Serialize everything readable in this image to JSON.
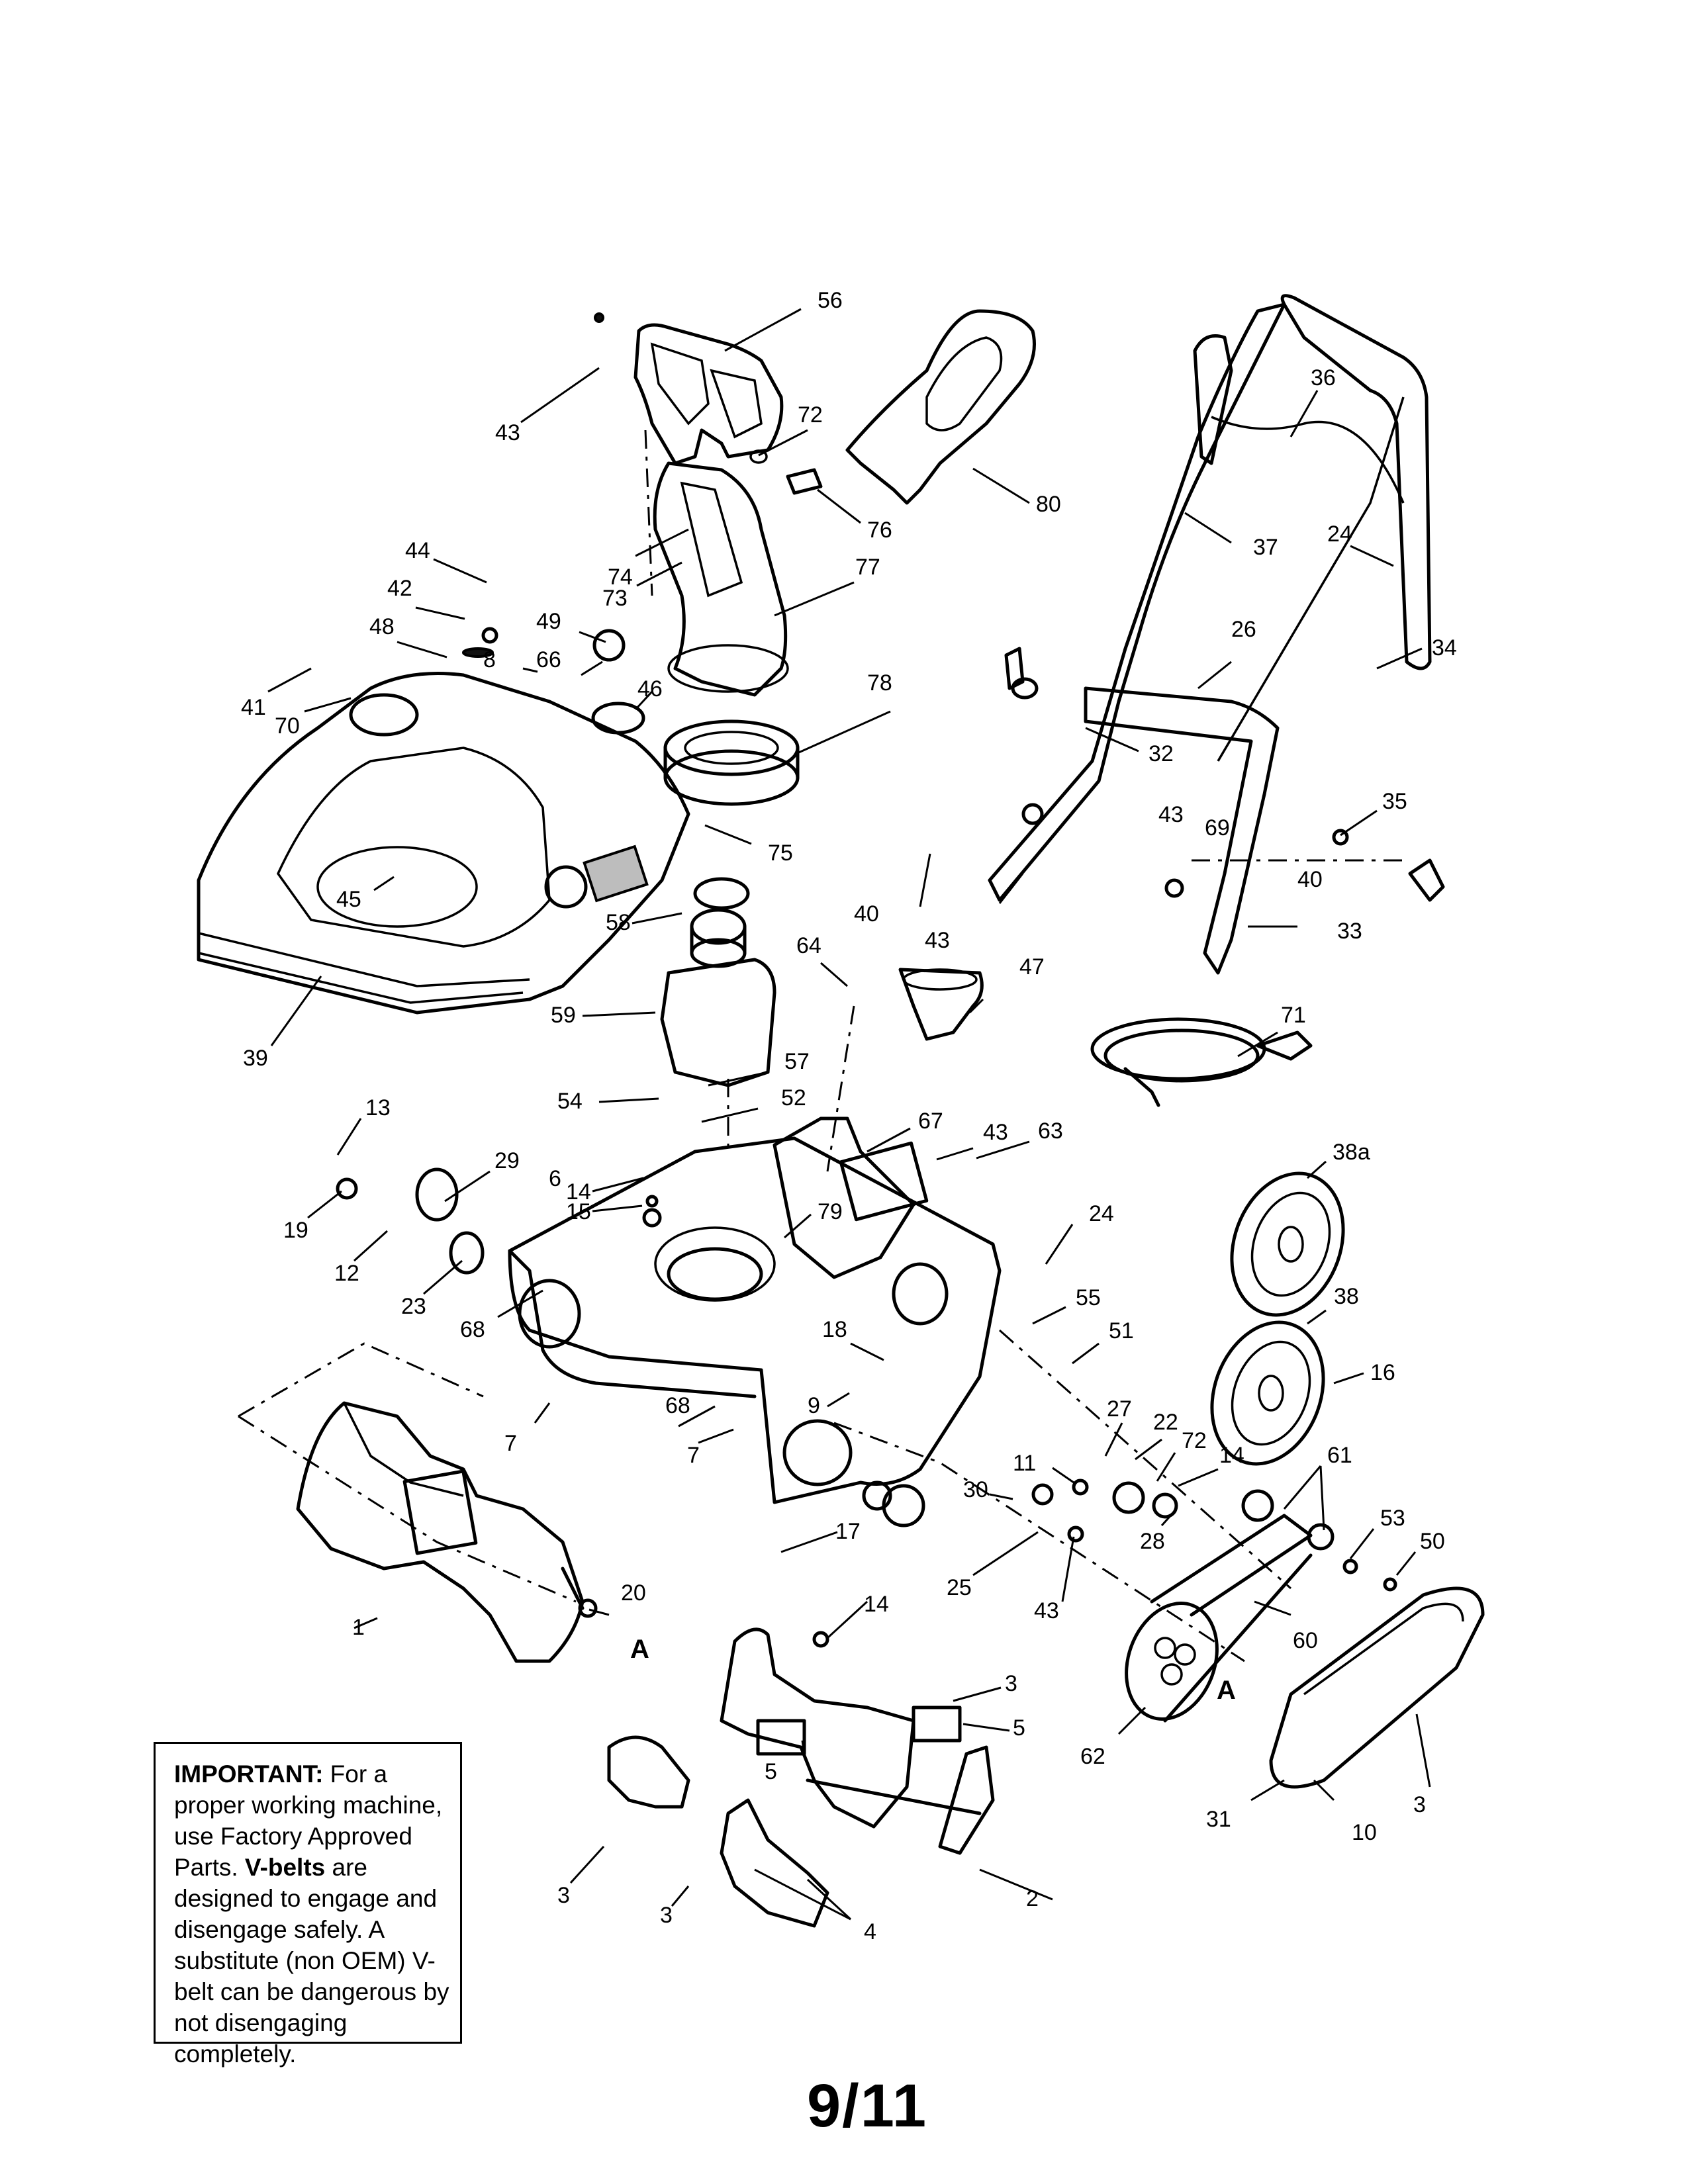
{
  "callouts": [
    {
      "id": "c56",
      "label": "56"
    },
    {
      "id": "c43a",
      "label": "43"
    },
    {
      "id": "c72a",
      "label": "72"
    },
    {
      "id": "c76",
      "label": "76"
    },
    {
      "id": "c80",
      "label": "80"
    },
    {
      "id": "c36",
      "label": "36"
    },
    {
      "id": "c37",
      "label": "37"
    },
    {
      "id": "c24a",
      "label": "24"
    },
    {
      "id": "c34",
      "label": "34"
    },
    {
      "id": "c26",
      "label": "26"
    },
    {
      "id": "c32",
      "label": "32"
    },
    {
      "id": "c35",
      "label": "35"
    },
    {
      "id": "c43b",
      "label": "43"
    },
    {
      "id": "c69",
      "label": "69"
    },
    {
      "id": "c40a",
      "label": "40"
    },
    {
      "id": "c33",
      "label": "33"
    },
    {
      "id": "c40b",
      "label": "40"
    },
    {
      "id": "c43c",
      "label": "43"
    },
    {
      "id": "c47",
      "label": "47"
    },
    {
      "id": "c71",
      "label": "71"
    },
    {
      "id": "c44",
      "label": "44"
    },
    {
      "id": "c42",
      "label": "42"
    },
    {
      "id": "c48",
      "label": "48"
    },
    {
      "id": "c8",
      "label": "8"
    },
    {
      "id": "c49",
      "label": "49"
    },
    {
      "id": "c66",
      "label": "66"
    },
    {
      "id": "c74",
      "label": "74"
    },
    {
      "id": "c73",
      "label": "73"
    },
    {
      "id": "c77",
      "label": "77"
    },
    {
      "id": "c41",
      "label": "41"
    },
    {
      "id": "c70",
      "label": "70"
    },
    {
      "id": "c46",
      "label": "46"
    },
    {
      "id": "c78",
      "label": "78"
    },
    {
      "id": "c75",
      "label": "75"
    },
    {
      "id": "c45",
      "label": "45"
    },
    {
      "id": "c58",
      "label": "58"
    },
    {
      "id": "c39",
      "label": "39"
    },
    {
      "id": "c59",
      "label": "59"
    },
    {
      "id": "c64",
      "label": "64"
    },
    {
      "id": "c57",
      "label": "57"
    },
    {
      "id": "c54",
      "label": "54"
    },
    {
      "id": "c52",
      "label": "52"
    },
    {
      "id": "c67",
      "label": "67"
    },
    {
      "id": "c43d",
      "label": "43"
    },
    {
      "id": "c63",
      "label": "63"
    },
    {
      "id": "c13",
      "label": "13"
    },
    {
      "id": "c29",
      "label": "29"
    },
    {
      "id": "c6",
      "label": "6"
    },
    {
      "id": "c14a",
      "label": "14"
    },
    {
      "id": "c15",
      "label": "15"
    },
    {
      "id": "c19",
      "label": "19"
    },
    {
      "id": "c12",
      "label": "12"
    },
    {
      "id": "c23",
      "label": "23"
    },
    {
      "id": "c68a",
      "label": "68"
    },
    {
      "id": "c79",
      "label": "79"
    },
    {
      "id": "c24b",
      "label": "24"
    },
    {
      "id": "c38a",
      "label": "38a"
    },
    {
      "id": "c38",
      "label": "38"
    },
    {
      "id": "c16",
      "label": "16"
    },
    {
      "id": "c18",
      "label": "18"
    },
    {
      "id": "c55",
      "label": "55"
    },
    {
      "id": "c51",
      "label": "51"
    },
    {
      "id": "c68b",
      "label": "68"
    },
    {
      "id": "c7a",
      "label": "7"
    },
    {
      "id": "c9",
      "label": "9"
    },
    {
      "id": "c7b",
      "label": "7"
    },
    {
      "id": "c27",
      "label": "27"
    },
    {
      "id": "c22",
      "label": "22"
    },
    {
      "id": "c72b",
      "label": "72"
    },
    {
      "id": "c14b",
      "label": "14"
    },
    {
      "id": "c61",
      "label": "61"
    },
    {
      "id": "c11",
      "label": "11"
    },
    {
      "id": "c30",
      "label": "30"
    },
    {
      "id": "c28",
      "label": "28"
    },
    {
      "id": "c53",
      "label": "53"
    },
    {
      "id": "c50",
      "label": "50"
    },
    {
      "id": "c17",
      "label": "17"
    },
    {
      "id": "c25",
      "label": "25"
    },
    {
      "id": "c43e",
      "label": "43"
    },
    {
      "id": "c20",
      "label": "20"
    },
    {
      "id": "c1",
      "label": "1"
    },
    {
      "id": "c14c",
      "label": "14"
    },
    {
      "id": "c60",
      "label": "60"
    },
    {
      "id": "c3a",
      "label": "3"
    },
    {
      "id": "c5a",
      "label": "5"
    },
    {
      "id": "c62",
      "label": "62"
    },
    {
      "id": "c3b",
      "label": "3"
    },
    {
      "id": "c31",
      "label": "31"
    },
    {
      "id": "c10",
      "label": "10"
    },
    {
      "id": "c5b",
      "label": "5"
    },
    {
      "id": "c2",
      "label": "2"
    },
    {
      "id": "c3c",
      "label": "3"
    },
    {
      "id": "c3d",
      "label": "3"
    },
    {
      "id": "c4",
      "label": "4"
    }
  ],
  "reference_marks": {
    "left": "A",
    "right": "A"
  },
  "note": {
    "important_label": "IMPORTANT:",
    "text_1": " For a proper working machine, use Factory Approved Parts.",
    "vbelts_label": "V-belts",
    "text_2": " are designed to engage and disengage safely. A substitute (non OEM) V-belt can be dangerous by not disengaging completely."
  },
  "page_number": "9/11"
}
